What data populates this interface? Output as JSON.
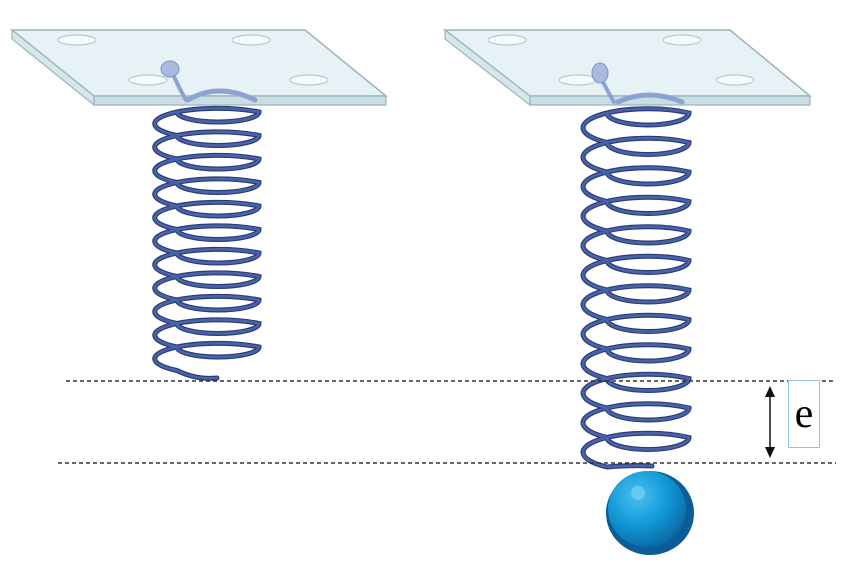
{
  "diagram": {
    "extension_label": "e",
    "colors": {
      "spring": "#4a63a8",
      "spring_dark": "#2a3c78",
      "spring_light": "#8da1d4",
      "plate_fill": "#e6f2f5",
      "plate_edge": "#9cb4bc",
      "mass": "#129ad6",
      "mass_dark": "#0b5d98",
      "reference_line": "#333333",
      "label_box": "#8ec3ea"
    },
    "elements": {
      "left": [
        "support-plate",
        "unloaded-spring"
      ],
      "right": [
        "support-plate",
        "loaded-spring",
        "hanging-mass"
      ],
      "markers": [
        "upper-reference-line",
        "lower-reference-line",
        "extension-arrow"
      ]
    }
  }
}
